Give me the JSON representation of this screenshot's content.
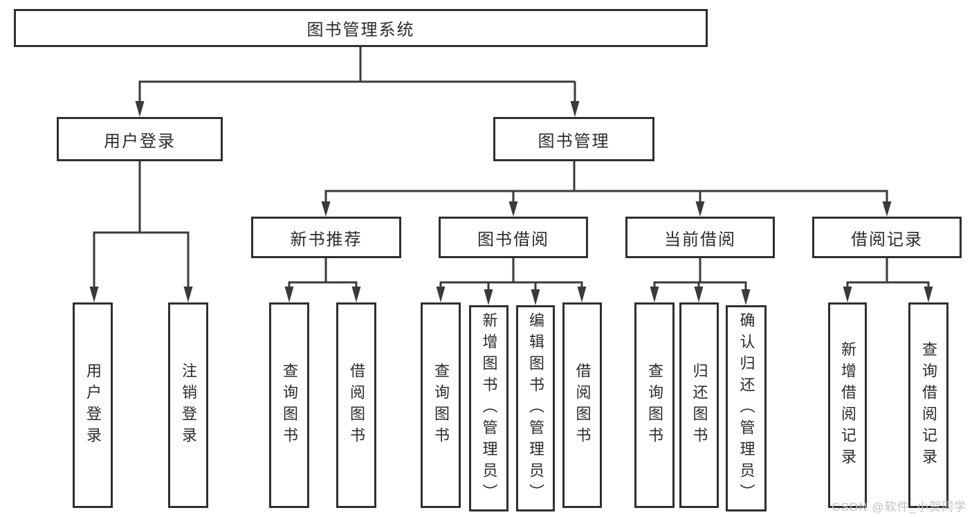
{
  "diagram": {
    "type": "tree",
    "root": {
      "label": "图书管理系统",
      "children": [
        {
          "label": "用户登录",
          "children": [
            {
              "label": "用户登录"
            },
            {
              "label": "注销登录"
            }
          ]
        },
        {
          "label": "图书管理",
          "children": [
            {
              "label": "新书推荐",
              "children": [
                {
                  "label": "查询图书"
                },
                {
                  "label": "借阅图书"
                }
              ]
            },
            {
              "label": "图书借阅",
              "children": [
                {
                  "label": "查询图书"
                },
                {
                  "label": "新增图书（管理员）"
                },
                {
                  "label": "编辑图书（管理员）"
                },
                {
                  "label": "借阅图书"
                }
              ]
            },
            {
              "label": "当前借阅",
              "children": [
                {
                  "label": "查询图书"
                },
                {
                  "label": "归还图书"
                },
                {
                  "label": "确认归还（管理员）"
                }
              ]
            },
            {
              "label": "借阅记录",
              "children": [
                {
                  "label": "新增借阅记录"
                },
                {
                  "label": "查询借阅记录"
                }
              ]
            }
          ]
        }
      ]
    },
    "colors": {
      "box_border": "#2f2f2f",
      "box_background": "#ffffff",
      "connector_line": "#3a3a3a",
      "text": "#2b2b2b",
      "background": "#ffffff"
    }
  },
  "watermark": {
    "text": "CSDN @软件_小贺同学",
    "color": "#c5bfc3"
  }
}
